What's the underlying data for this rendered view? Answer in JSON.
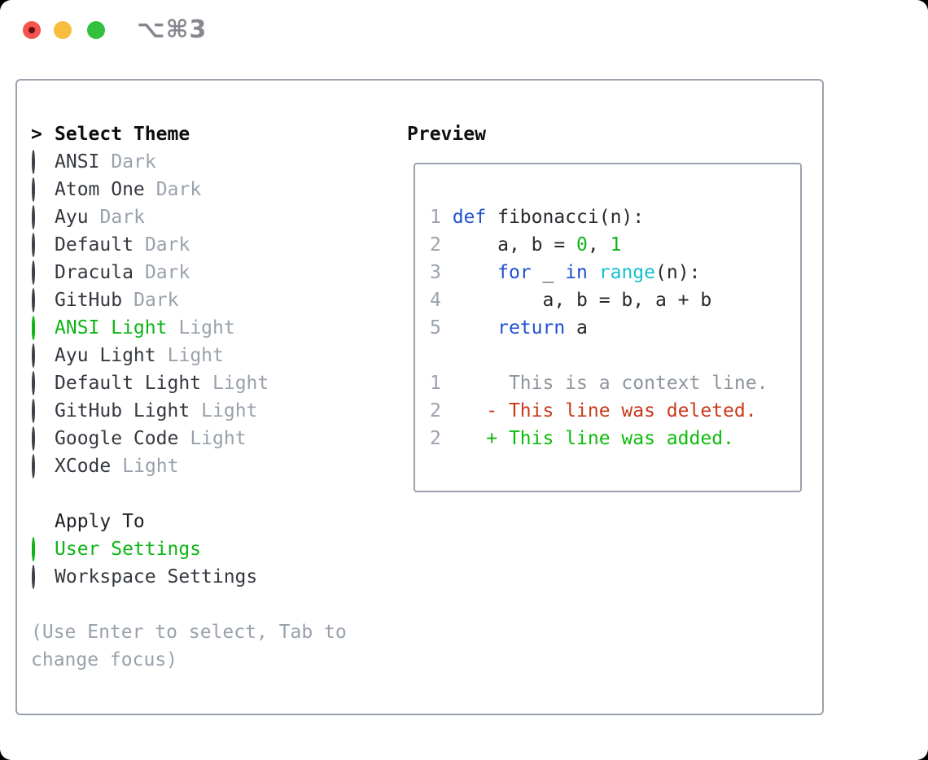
{
  "titlebar": {
    "shortcut": "⌥⌘3",
    "traffic_lights": [
      "close",
      "minimize",
      "zoom"
    ]
  },
  "colors": {
    "accent_green": "#0db414",
    "keyword_blue": "#1f50d2",
    "builtin_cyan": "#16bfd1",
    "deleted_red": "#c93a1d",
    "added_green": "#0cbb0c",
    "muted_gray": "#99a1ab",
    "border_gray": "#9aa2ae"
  },
  "theme_panel": {
    "header": {
      "prefix": ">",
      "label": "Select Theme"
    },
    "items": [
      {
        "label": "ANSI",
        "variant": "Dark",
        "selected": false
      },
      {
        "label": "Atom One",
        "variant": "Dark",
        "selected": false
      },
      {
        "label": "Ayu",
        "variant": "Dark",
        "selected": false
      },
      {
        "label": "Default",
        "variant": "Dark",
        "selected": false
      },
      {
        "label": "Dracula",
        "variant": "Dark",
        "selected": false
      },
      {
        "label": "GitHub",
        "variant": "Dark",
        "selected": false
      },
      {
        "label": "ANSI Light",
        "variant": "Light",
        "selected": true
      },
      {
        "label": "Ayu Light",
        "variant": "Light",
        "selected": false
      },
      {
        "label": "Default Light",
        "variant": "Light",
        "selected": false
      },
      {
        "label": "GitHub Light",
        "variant": "Light",
        "selected": false
      },
      {
        "label": "Google Code",
        "variant": "Light",
        "selected": false
      },
      {
        "label": "XCode",
        "variant": "Light",
        "selected": false
      }
    ],
    "apply_to": {
      "header": "Apply To",
      "options": [
        {
          "label": "User Settings",
          "selected": true
        },
        {
          "label": "Workspace Settings",
          "selected": false
        }
      ]
    },
    "help_lines": [
      "(Use Enter to select, Tab to",
      "change focus)"
    ]
  },
  "preview": {
    "label": "Preview",
    "rows": [
      [],
      [
        [
          "ln",
          "1 "
        ],
        [
          "kw",
          "def"
        ],
        [
          "pl",
          " fibonacci(n):"
        ]
      ],
      [
        [
          "ln",
          "2 "
        ],
        [
          "pl",
          "    a, b = "
        ],
        [
          "nm",
          "0"
        ],
        [
          "pl",
          ", "
        ],
        [
          "nm",
          "1"
        ]
      ],
      [
        [
          "ln",
          "3 "
        ],
        [
          "pl",
          "    "
        ],
        [
          "kw",
          "for"
        ],
        [
          "pl",
          " _ "
        ],
        [
          "kw",
          "in"
        ],
        [
          "pl",
          " "
        ],
        [
          "cy",
          "range"
        ],
        [
          "pl",
          "(n):"
        ]
      ],
      [
        [
          "ln",
          "4 "
        ],
        [
          "pl",
          "        a, b = b, a + b"
        ]
      ],
      [
        [
          "ln",
          "5 "
        ],
        [
          "pl",
          "    "
        ],
        [
          "kw",
          "return"
        ],
        [
          "pl",
          " a"
        ]
      ],
      [],
      [
        [
          "ln",
          "1 "
        ],
        [
          "ctx",
          "     This is a context line."
        ]
      ],
      [
        [
          "ln",
          "2 "
        ],
        [
          "del",
          "   - This line was deleted."
        ]
      ],
      [
        [
          "ln",
          "2 "
        ],
        [
          "add",
          "   + This line was added."
        ]
      ]
    ]
  }
}
